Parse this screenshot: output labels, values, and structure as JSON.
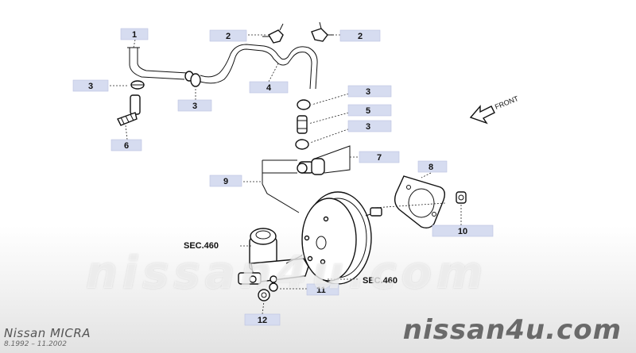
{
  "callouts": [
    "1",
    "2",
    "2",
    "3",
    "3",
    "4",
    "3",
    "5",
    "3",
    "6",
    "7",
    "8",
    "9",
    "10",
    "11",
    "12"
  ],
  "labels": {
    "sec_left": "SEC.460",
    "sec_right": "SEC.460",
    "front": "FRONT"
  },
  "watermark": "nissan4u.com",
  "footer": {
    "model": "Nissan MICRA",
    "years": "8.1992 – 11.2002",
    "site": "nissan4u.com"
  },
  "colors": {
    "callout_box": "#d6dcf0",
    "line_art": "#111111",
    "footer_text": "#555555"
  }
}
